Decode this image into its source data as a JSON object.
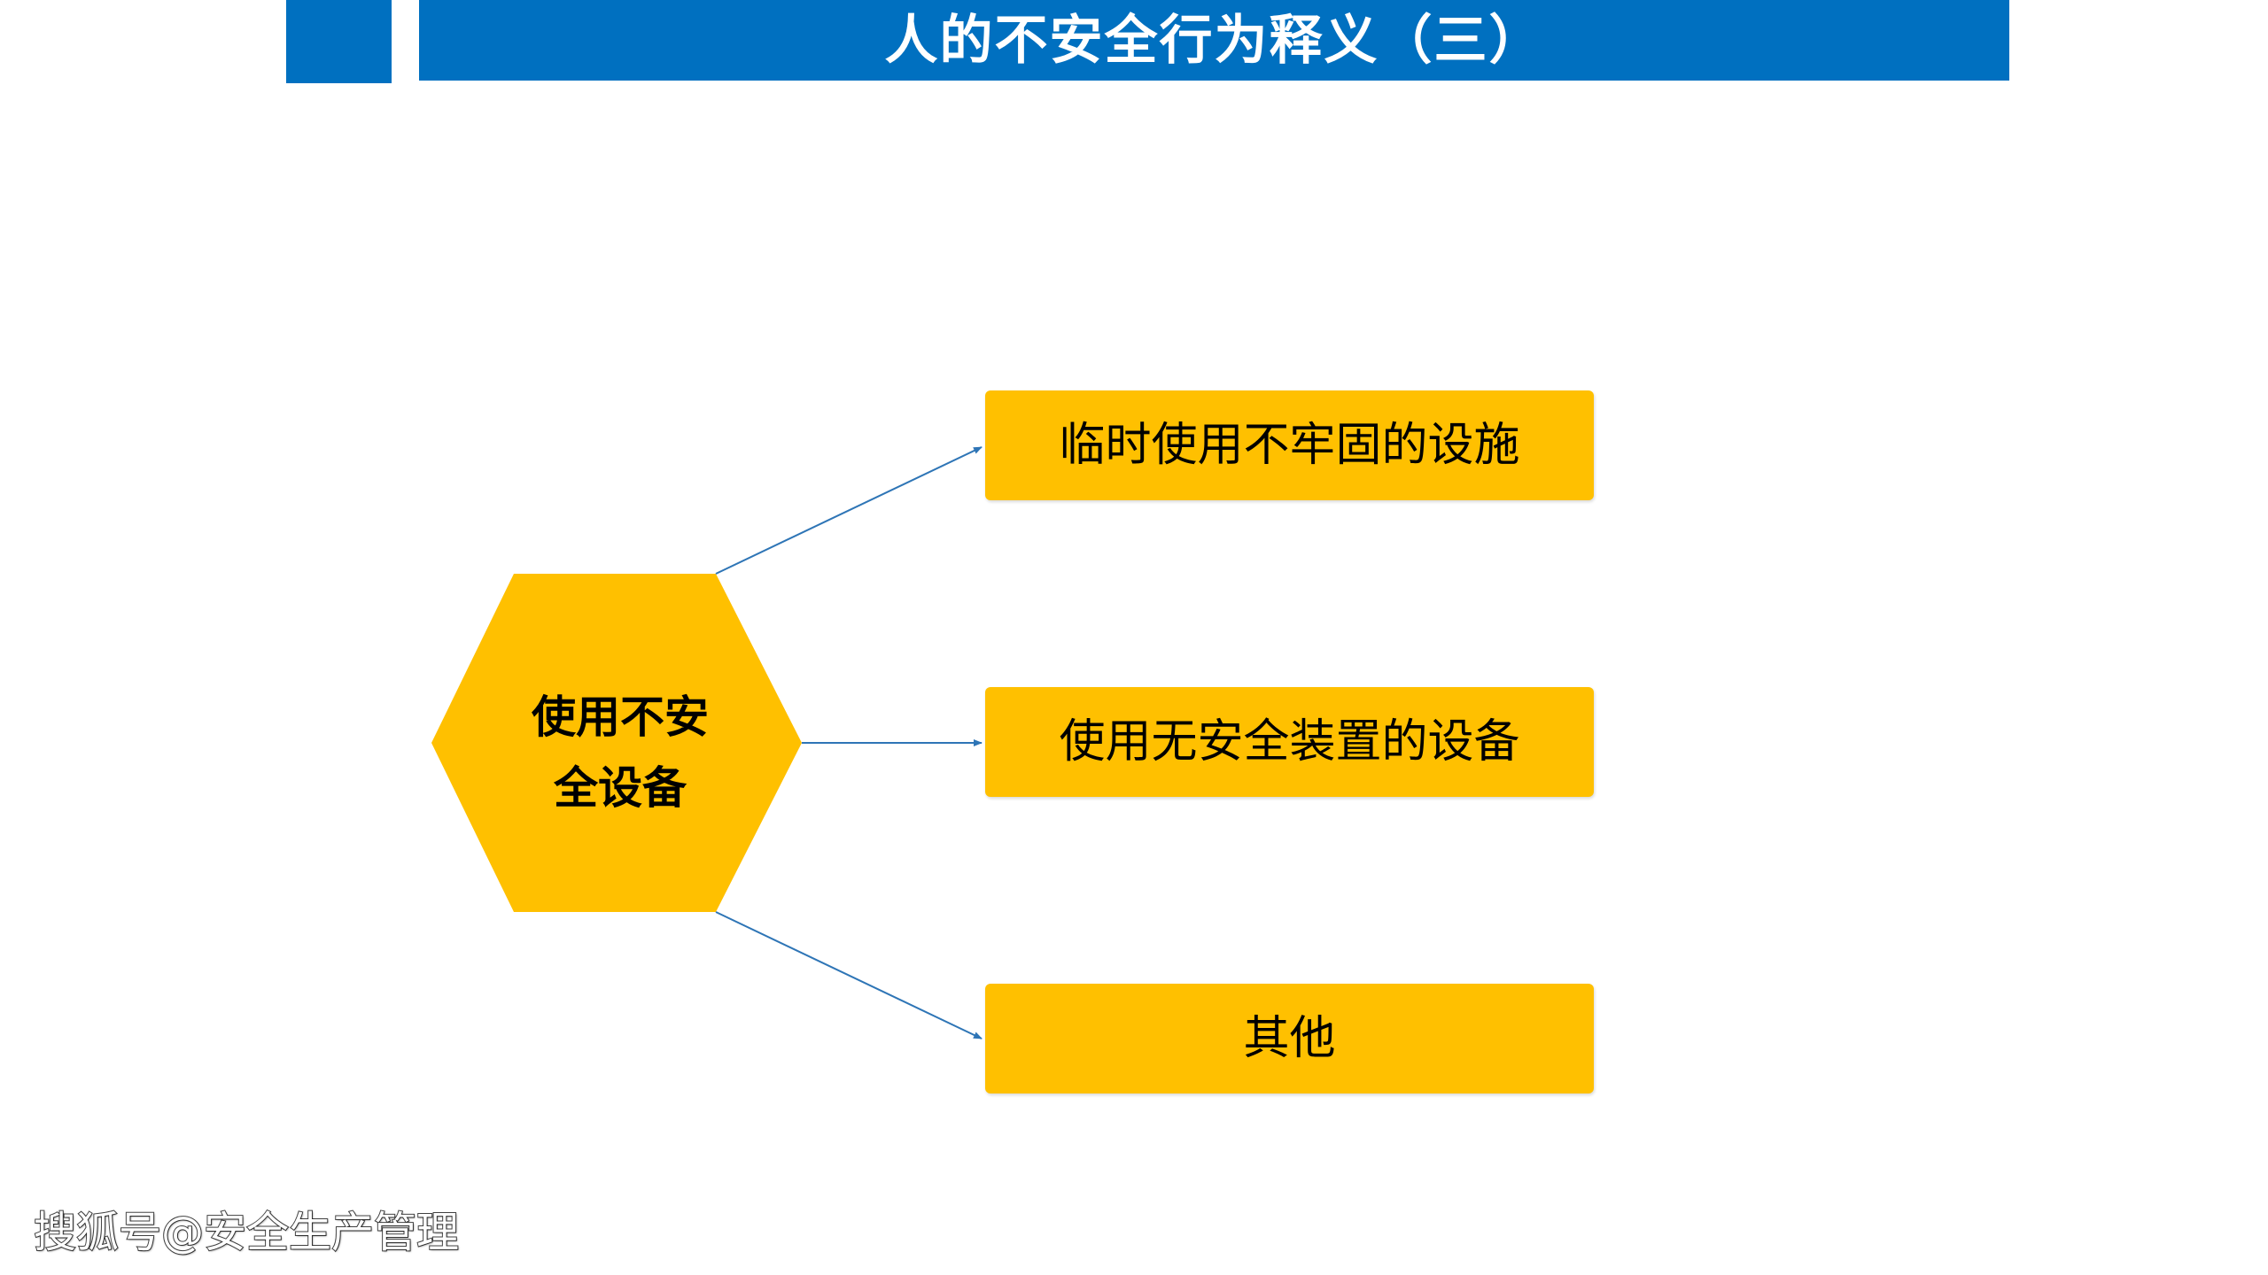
{
  "slide": {
    "title": "人的不安全行为释义（三）"
  },
  "diagram": {
    "center": {
      "line1": "使用不安",
      "line2": "全设备"
    },
    "branches": [
      {
        "label": "临时使用不牢固的设施"
      },
      {
        "label": "使用无安全装置的设备"
      },
      {
        "label": "其他"
      }
    ]
  },
  "watermark": {
    "text": "搜狐号@安全生产管理"
  },
  "colors": {
    "header_blue": "#0070c0",
    "box_yellow": "#ffc000",
    "connector_blue": "#2e75b6",
    "text_black": "#000000"
  }
}
